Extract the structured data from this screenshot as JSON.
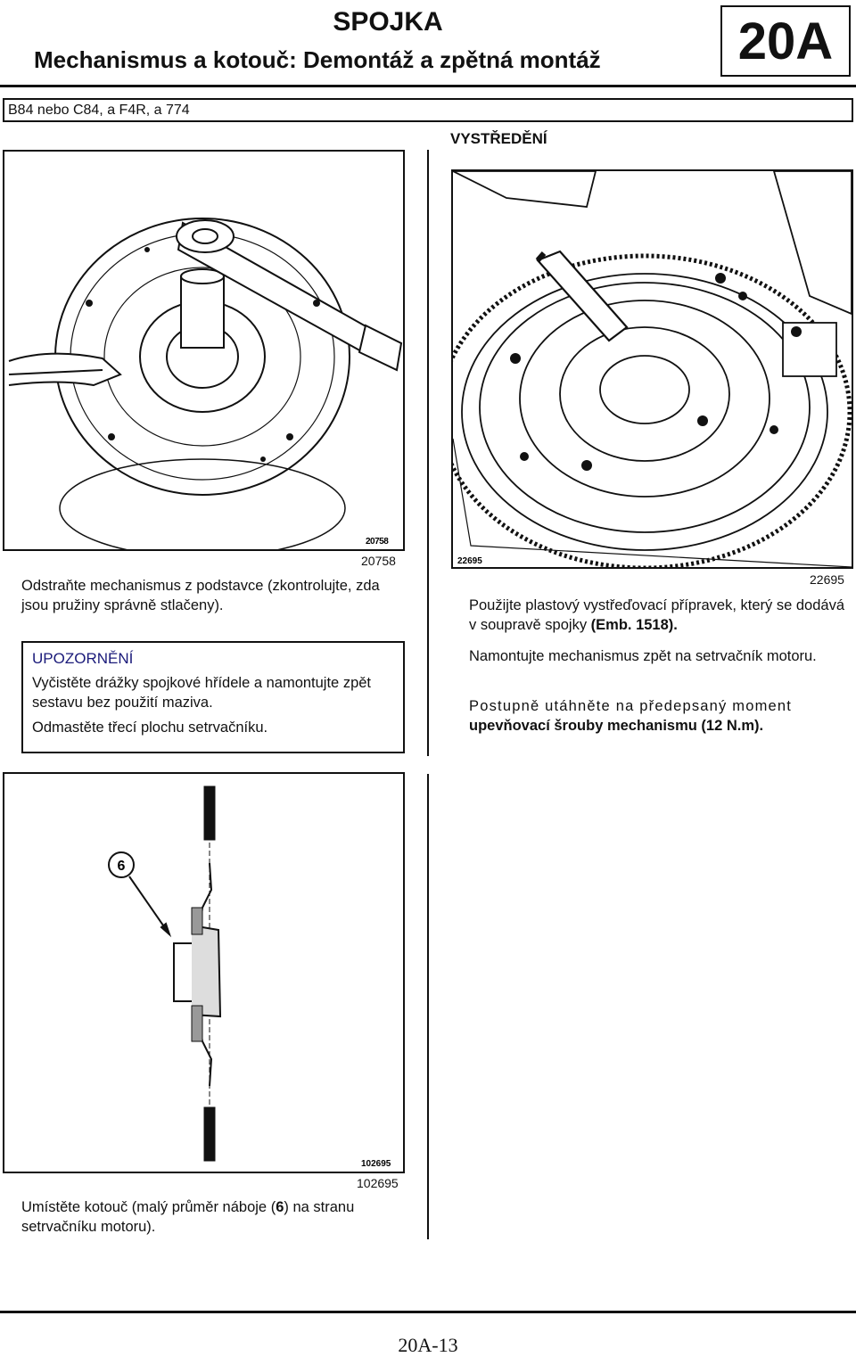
{
  "header": {
    "section": "SPOJKA",
    "subtitle": "Mechanismus a kotouč: Demontáž a zpětná montáž",
    "code": "20A"
  },
  "variant_line": "B84 nebo C84, a F4R, a 774",
  "right_heading": "VYSTŘEDĚNÍ",
  "figure1": {
    "img_code": "20758",
    "label": "20758"
  },
  "figure2": {
    "img_code": "22695",
    "label": "22695"
  },
  "figure3": {
    "img_code": "102695",
    "label": "102695",
    "callout": "6"
  },
  "left_text": {
    "p1": "Odstraňte mechanismus z podstavce (zkontrolujte, zda jsou pružiny správně stlačeny).",
    "warning_title": "UPOZORNĚNÍ",
    "warning_p1": "Vyčistěte drážky spojkové hřídele a namontujte zpět sestavu bez použití maziva.",
    "warning_p2": "Odmastěte třecí plochu setrvačníku.",
    "p_bottom_1": "Umístěte kotouč (malý průměr náboje (",
    "p_bottom_bold": "6",
    "p_bottom_2": ") na stranu setrvačníku motoru)."
  },
  "right_text": {
    "p1_a": "Použijte plastový vystřeďovací přípravek, který se dodává v soupravě spojky ",
    "p1_bold": "(Emb. 1518)",
    "p1_end": ".",
    "p2": "Namontujte mechanismus zpět na setrvačník motoru.",
    "p3_a": "Postupně utáhněte na předepsaný moment ",
    "p3_bold": "upevňovací šrouby mechanismu (12 N.m)",
    "p3_end": "."
  },
  "footer": {
    "page": "20A-13"
  }
}
